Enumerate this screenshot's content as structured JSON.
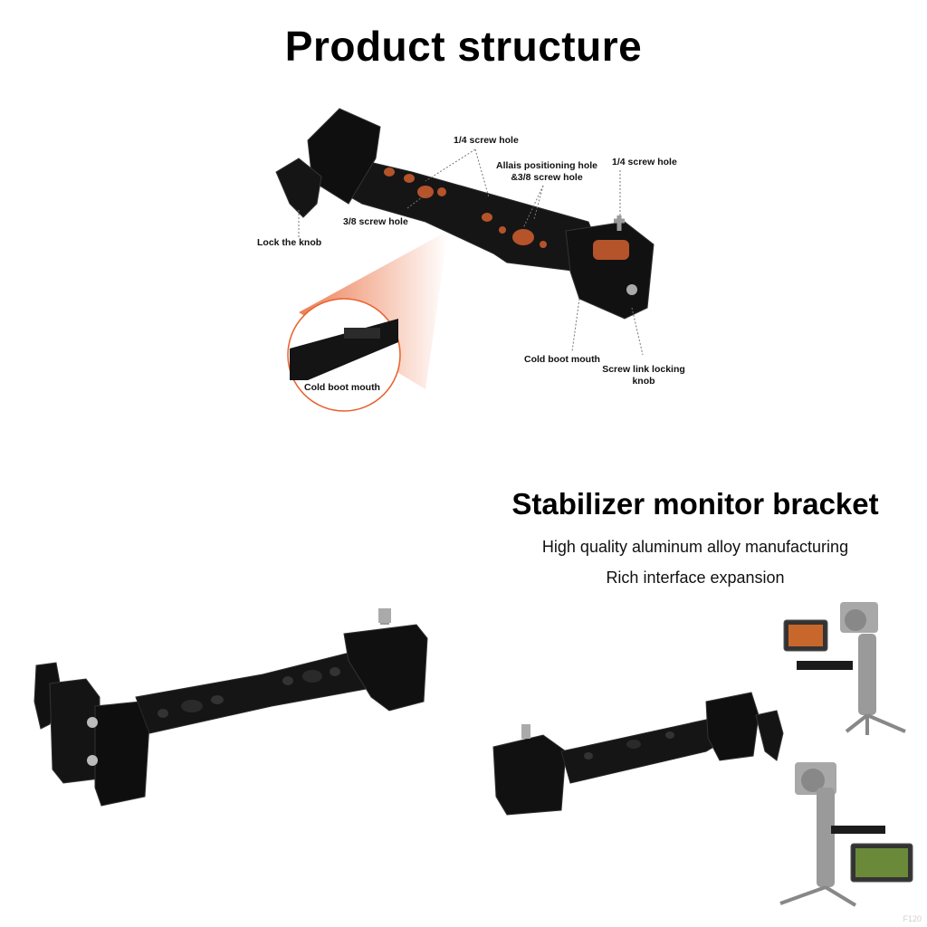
{
  "page": {
    "title": "Product structure",
    "heading": "Stabilizer monitor bracket",
    "subtitle_1": "High quality aluminum alloy manufacturing",
    "subtitle_2": "Rich interface expansion",
    "watermark": "F120"
  },
  "callouts": {
    "screw_14_top": "1/4 screw hole",
    "arca_line1": "Allais positioning hole",
    "arca_line2": "&3/8 screw hole",
    "screw_14_right": "1/4 screw hole",
    "screw_38": "3/8 screw hole",
    "lock_knob": "Lock the knob",
    "cold_boot_right": "Cold boot mouth",
    "screw_link_line1": "Screw link locking",
    "screw_link_line2": "knob",
    "cold_boot_zoom": "Cold boot mouth"
  },
  "colors": {
    "metal": "#111111",
    "metal_edge": "#2a2a2a",
    "hole_copper": "#b5532a",
    "accent_orange": "#e8602c",
    "gimbal_gray": "#9a9a9a"
  }
}
